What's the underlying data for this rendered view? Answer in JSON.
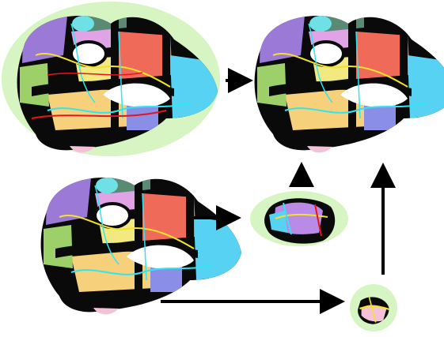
{
  "figure": {
    "background": "#ffffff",
    "highlight_color": "#d6f5c2",
    "arrow_color": "#000000",
    "seam_colors": {
      "cyan": "#2ee6f2",
      "yellow": "#f2e22a",
      "red": "#e8141c"
    },
    "patch_palette": [
      "#9a7ad6",
      "#f06a5a",
      "#58d2f2",
      "#f6d07a",
      "#8a8ee6",
      "#9ed06a",
      "#e0a3e6",
      "#f2ea80",
      "#5a8a74",
      "#f4c2d8"
    ]
  },
  "panels": [
    {
      "id": "input-with-cuts",
      "icon": "segmented-surface-icon",
      "highlighted": true
    },
    {
      "id": "result",
      "icon": "segmented-surface-icon",
      "highlighted": false
    },
    {
      "id": "source",
      "icon": "segmented-surface-icon",
      "highlighted": false
    },
    {
      "id": "local-patch-large",
      "icon": "surface-patch-icon",
      "highlighted": true
    },
    {
      "id": "local-patch-small",
      "icon": "surface-patch-icon",
      "highlighted": true
    }
  ],
  "arrows": [
    {
      "from": "input-with-cuts",
      "to": "result"
    },
    {
      "from": "source",
      "to": "local-patch-large"
    },
    {
      "from": "source",
      "to": "local-patch-small"
    },
    {
      "from": "local-patch-large",
      "to": "result"
    },
    {
      "from": "local-patch-small",
      "to": "result"
    }
  ]
}
